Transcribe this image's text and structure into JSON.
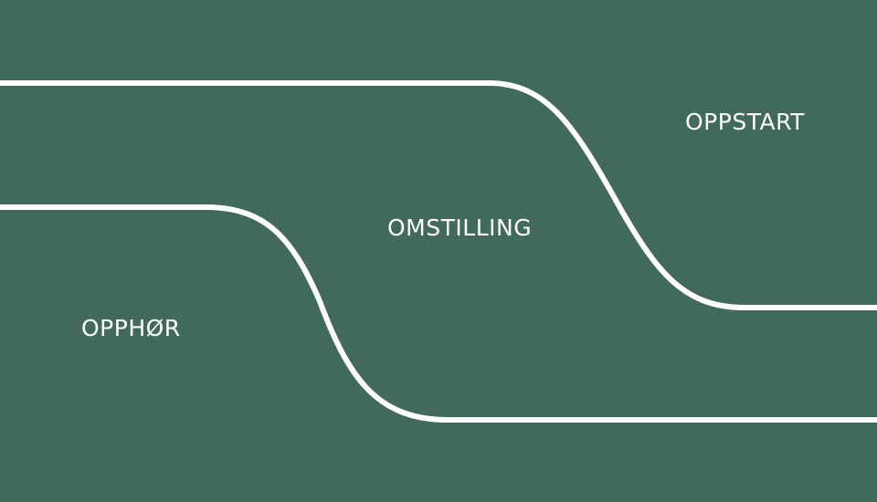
{
  "colors": {
    "background": "#41695d",
    "line": "#ffffff",
    "text": "#ffffff"
  },
  "labels": {
    "oppstart": "OPPSTART",
    "omstilling": "OMSTILLING",
    "opphor": "OPPHØR"
  }
}
